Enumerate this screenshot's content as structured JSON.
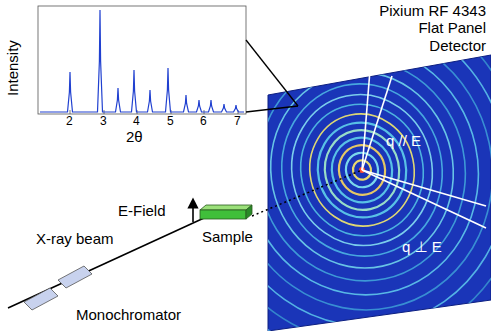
{
  "diagram": {
    "nodes": [
      {
        "text": [
          "Pixium RF 4343 Flat Panel Detector",
          "q // E",
          "q ⊥ E"
        ]
      },
      {
        "text": [
          "Sample"
        ]
      }
    ],
    "labels": [
      "Intensity",
      "2θ",
      "2",
      "3",
      "4",
      "5",
      "6",
      "7",
      "E-Field",
      "X-ray beam",
      "Monochromator"
    ]
  }
}
